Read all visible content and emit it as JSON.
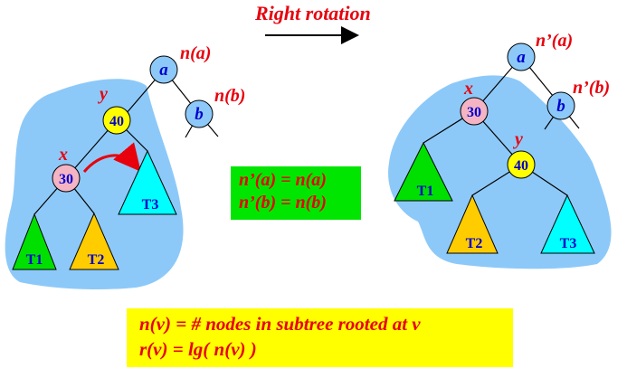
{
  "title": "Right rotation",
  "left_tree": {
    "root": {
      "label": "a",
      "annotation": "n(a)"
    },
    "right": {
      "label": "b",
      "annotation": "n(b)"
    },
    "y": {
      "label": "40",
      "tag": "y"
    },
    "x": {
      "label": "30",
      "tag": "x"
    },
    "subtrees": [
      "T1",
      "T2",
      "T3"
    ]
  },
  "right_tree": {
    "root": {
      "label": "a",
      "annotation": "n’(a)"
    },
    "right": {
      "label": "b",
      "annotation": "n’(b)"
    },
    "x": {
      "label": "30",
      "tag": "x"
    },
    "y": {
      "label": "40",
      "tag": "y"
    },
    "subtrees": [
      "T1",
      "T2",
      "T3"
    ]
  },
  "equations": {
    "line1": "n’(a) = n(a)",
    "line2": "n’(b) = n(b)"
  },
  "definitions": {
    "line1": "n(v) = # nodes in subtree rooted at v",
    "line2": "r(v) = lg( n(v) )"
  },
  "colors": {
    "blob": "#8dc9f8",
    "node_blue": "#8dc9f8",
    "node_yellow": "#ffff00",
    "node_pink": "#f4b4c4",
    "t1_green": "#00e000",
    "t2_orange": "#ffcc00",
    "t3_cyan": "#00ffff",
    "red": "#e8000c",
    "label_blue": "#0000cc"
  }
}
